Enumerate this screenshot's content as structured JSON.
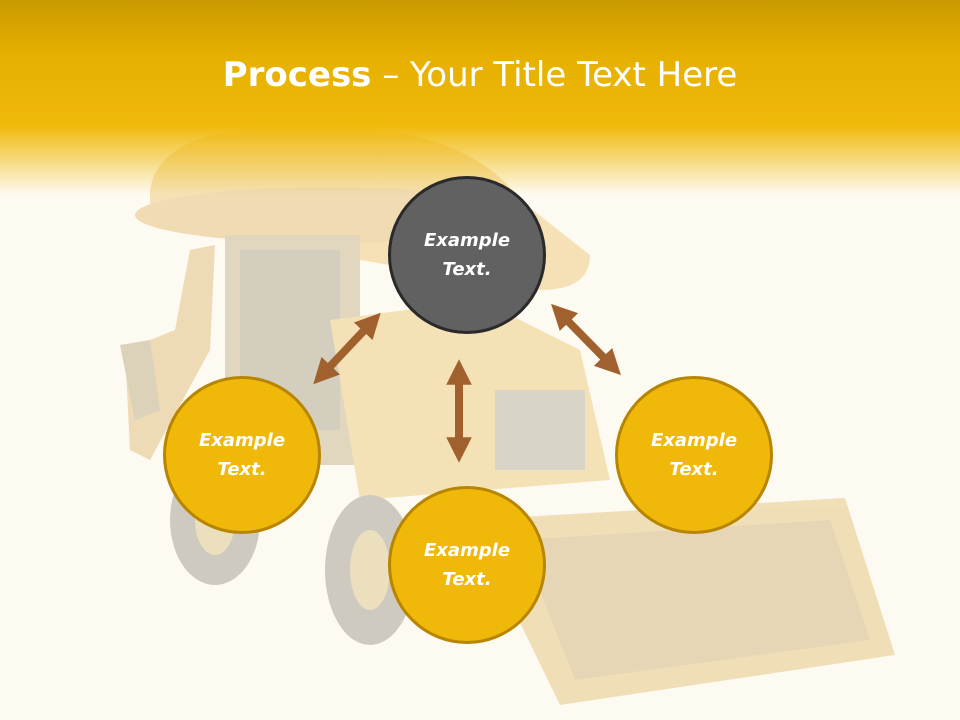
{
  "slide": {
    "title_bold": "Process",
    "title_rest": " – Your Title Text Here"
  },
  "nodes": [
    {
      "id": "top",
      "text": "Example Text."
    },
    {
      "id": "left",
      "text": "Example Text."
    },
    {
      "id": "bottom",
      "text": "Example Text."
    },
    {
      "id": "right",
      "text": "Example Text."
    }
  ],
  "colors": {
    "header": "#f0b90a",
    "gold_circle": "#f0b90a",
    "gray_circle": "#616161",
    "arrow": "#a0612e"
  }
}
